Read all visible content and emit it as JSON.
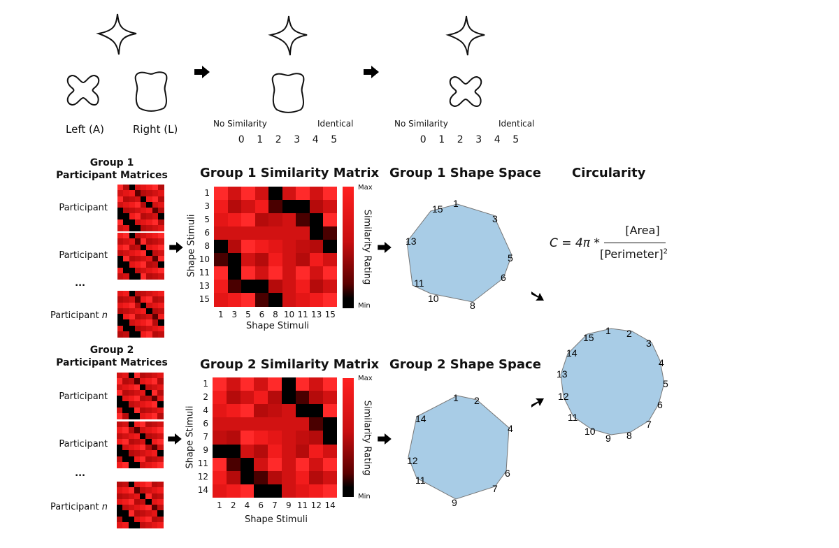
{
  "task": {
    "left_label": "Left (A)",
    "right_label": "Right (L)",
    "scale_low": "No Similarity",
    "scale_high": "Identical",
    "scale": [
      "0",
      "1",
      "2",
      "3",
      "4",
      "5"
    ]
  },
  "group1": {
    "matrices_title_1": "Group 1",
    "matrices_title_2": "Participant Matrices",
    "participants": [
      "Participant",
      "Participant",
      "...",
      "Participant n"
    ],
    "sim_title": "Group 1 Similarity Matrix",
    "space_title": "Group 1 Shape Space",
    "stimuli": [
      "1",
      "3",
      "5",
      "6",
      "8",
      "10",
      "11",
      "13",
      "15"
    ],
    "space_points": [
      "1",
      "3",
      "5",
      "6",
      "8",
      "10",
      "11",
      "13",
      "15"
    ]
  },
  "group2": {
    "matrices_title_1": "Group 2",
    "matrices_title_2": "Participant Matrices",
    "participants": [
      "Participant",
      "Participant",
      "...",
      "Participant n"
    ],
    "sim_title": "Group 2 Similarity Matrix",
    "space_title": "Group 2 Shape Space",
    "stimuli": [
      "1",
      "2",
      "4",
      "6",
      "7",
      "9",
      "11",
      "12",
      "14"
    ],
    "space_points": [
      "1",
      "2",
      "4",
      "6",
      "7",
      "9",
      "11",
      "12",
      "14"
    ]
  },
  "axis": {
    "x_label": "Shape Stimuli",
    "y_label": "Shape Stimuli",
    "colorbar_label": "Similarity Rating",
    "colorbar_max": "Max",
    "colorbar_min": "Min"
  },
  "circularity": {
    "title": "Circularity",
    "formula_left": "C = 4π *",
    "numerator": "[Area]",
    "denominator": "[Perimeter]",
    "exponent": "2",
    "points": [
      "1",
      "2",
      "3",
      "4",
      "5",
      "6",
      "7",
      "8",
      "9",
      "10",
      "11",
      "12",
      "13",
      "14",
      "15"
    ]
  },
  "colors": {
    "space_fill": "#a8cce6",
    "matrix_red": "#e8161a",
    "matrix_black": "#000000"
  }
}
